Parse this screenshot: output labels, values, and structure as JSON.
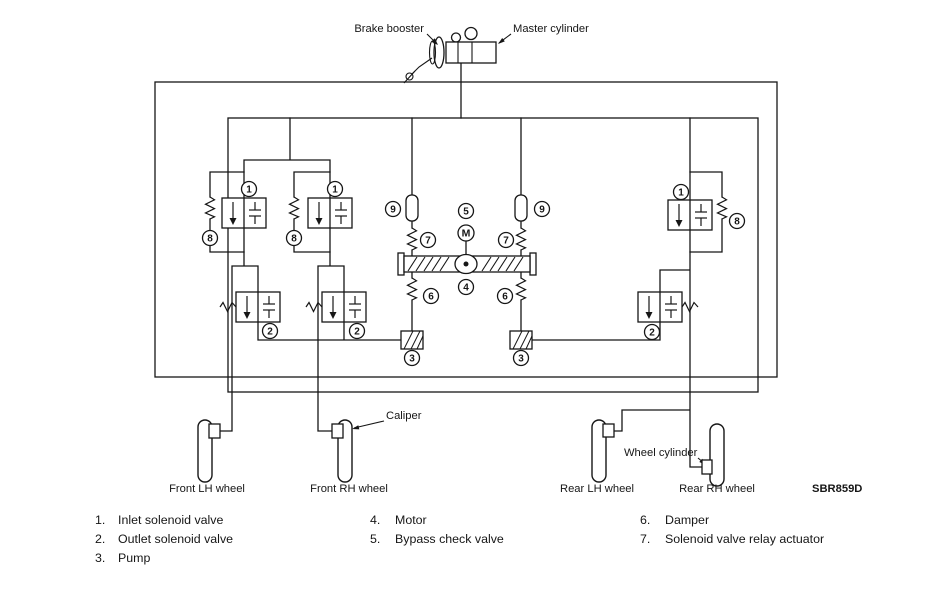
{
  "diagram": {
    "labels": {
      "brake_booster": "Brake booster",
      "master_cylinder": "Master cylinder",
      "caliper": "Caliper",
      "wheel_cylinder": "Wheel cylinder"
    },
    "motor_symbol": "M",
    "ref_code": "SBR859D",
    "wheels": {
      "front_lh": "Front LH wheel",
      "front_rh": "Front RH wheel",
      "rear_lh": "Rear LH wheel",
      "rear_rh": "Rear RH wheel"
    },
    "callouts": {
      "n1": "1",
      "n2": "2",
      "n3": "3",
      "n4": "4",
      "n5": "5",
      "n6": "6",
      "n7": "7",
      "n8": "8",
      "n9": "9"
    }
  },
  "legend": {
    "col1": [
      {
        "num": "1.",
        "label": "Inlet solenoid valve"
      },
      {
        "num": "2.",
        "label": "Outlet solenoid valve"
      },
      {
        "num": "3.",
        "label": "Pump"
      }
    ],
    "col2": [
      {
        "num": "4.",
        "label": "Motor"
      },
      {
        "num": "5.",
        "label": "Bypass check valve"
      }
    ],
    "col3": [
      {
        "num": "6.",
        "label": "Damper"
      },
      {
        "num": "7.",
        "label": "Solenoid valve relay actuator"
      }
    ]
  }
}
